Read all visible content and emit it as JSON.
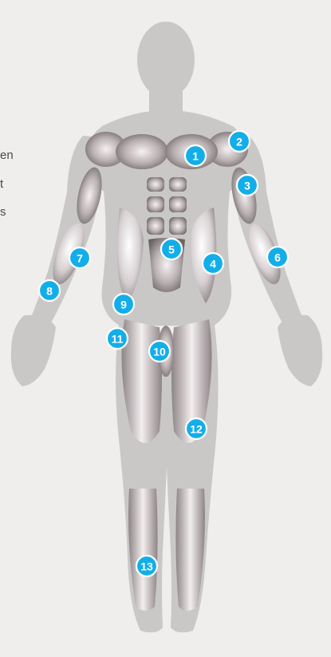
{
  "side_text": [
    "en",
    "t",
    "s"
  ],
  "colors": {
    "background": "#efeeec",
    "silhouette": "#c9c8c7",
    "muscle_light": "#f3eeef",
    "muscle_mid": "#b7aeb0",
    "muscle_dark": "#6e6567",
    "marker_fill": "#12aee9",
    "marker_stroke": "#ffffff"
  },
  "markers": [
    {
      "label": "1",
      "muscle": "chest"
    },
    {
      "label": "2",
      "muscle": "shoulder"
    },
    {
      "label": "3",
      "muscle": "upper-arm"
    },
    {
      "label": "4",
      "muscle": "oblique"
    },
    {
      "label": "5",
      "muscle": "abdomen"
    },
    {
      "label": "6",
      "muscle": "forearm-left"
    },
    {
      "label": "7",
      "muscle": "forearm-right"
    },
    {
      "label": "8",
      "muscle": "wrist-right"
    },
    {
      "label": "9",
      "muscle": "hip-flexor"
    },
    {
      "label": "10",
      "muscle": "adductor"
    },
    {
      "label": "11",
      "muscle": "upper-thigh"
    },
    {
      "label": "12",
      "muscle": "quadriceps"
    },
    {
      "label": "13",
      "muscle": "shin"
    }
  ]
}
